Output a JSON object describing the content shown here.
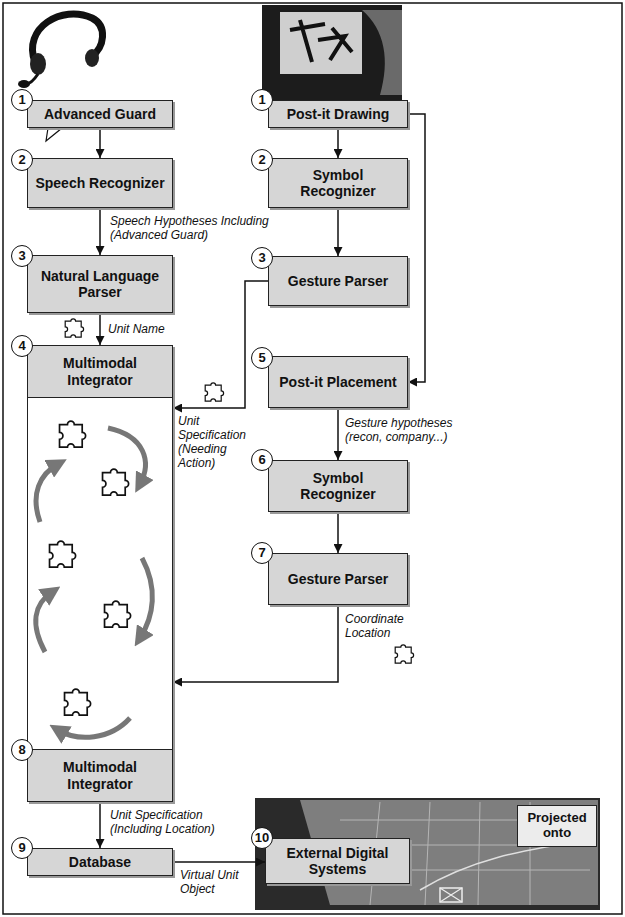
{
  "diagram": {
    "nodes": [
      {
        "text": [
          "Advanced Guard"
        ]
      },
      {
        "text": [
          "Post-it Drawing"
        ]
      },
      {
        "text": [
          "Speech Recognizer"
        ]
      },
      {
        "text": [
          "Symbol Recognizer"
        ]
      },
      {
        "text": [
          "Natural Language Parser"
        ]
      },
      {
        "text": [
          "Gesture Parser"
        ]
      },
      {
        "text": [
          "Multimodal Integrator",
          "Multimodal Integrator"
        ]
      },
      {
        "text": [
          "Post-it Placement"
        ]
      },
      {
        "text": [
          "Symbol Recognizer"
        ]
      },
      {
        "text": [
          "Gesture Parser"
        ]
      },
      {
        "text": [
          "Database"
        ]
      },
      {
        "text": [
          "External Digital Systems"
        ]
      },
      {
        "text": [
          "Projected onto"
        ]
      }
    ],
    "edges": [
      {
        "from": 0,
        "to": 2,
        "arrow": "to"
      },
      {
        "from": 2,
        "to": 4,
        "label": "Speech Hypotheses Including (Advanced Guard)",
        "arrow": "to"
      },
      {
        "from": 4,
        "to": 6,
        "label": "Unit Name",
        "arrow": "to"
      },
      {
        "from": 1,
        "to": 3,
        "arrow": "to"
      },
      {
        "from": 3,
        "to": 5,
        "arrow": "to"
      },
      {
        "from": 5,
        "to": 6,
        "label": "Unit Specification (Needing Action)",
        "arrow": "to"
      },
      {
        "from": 1,
        "to": 7,
        "arrow": "to"
      },
      {
        "from": 7,
        "to": 8,
        "label": "Gesture hypotheses (recon, company...)",
        "arrow": "to"
      },
      {
        "from": 8,
        "to": 9,
        "arrow": "to"
      },
      {
        "from": 9,
        "to": 6,
        "label": "Coordinate Location",
        "arrow": "to"
      },
      {
        "from": 6,
        "to": 10,
        "label": "Unit Specification (Including Location)",
        "arrow": "to"
      },
      {
        "from": 10,
        "to": 11,
        "label": "Virtual Unit Object",
        "arrow": "to"
      }
    ],
    "labels": [
      "1",
      "1",
      "2",
      "2",
      "3",
      "3",
      "4",
      "5",
      "6",
      "7",
      "8",
      "9",
      "10"
    ]
  }
}
